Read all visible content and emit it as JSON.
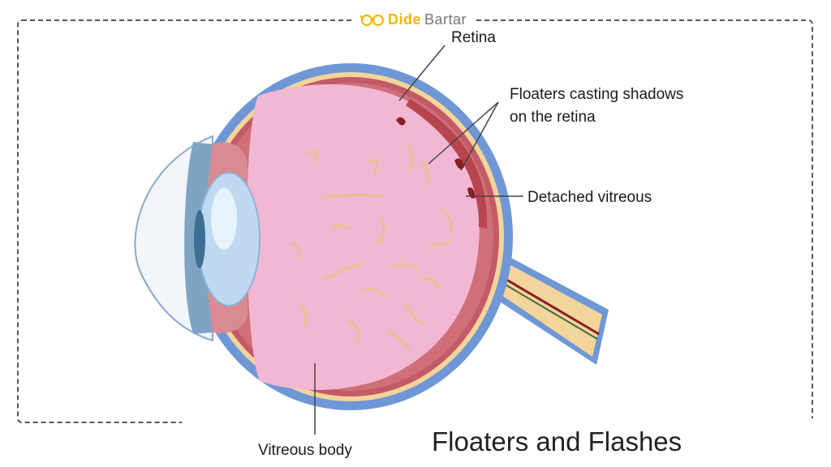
{
  "brand": {
    "name_part_1": "Dide",
    "name_part_2": "Bartar",
    "icon": "glasses-icon",
    "colors": {
      "accent": "#f2b705",
      "secondary": "#777777"
    }
  },
  "diagram": {
    "title": "Floaters and Flashes",
    "labels": {
      "retina": "Retina",
      "floaters_line1": "Floaters casting shadows",
      "floaters_line2": "on the retina",
      "detached_vitreous": "Detached vitreous",
      "vitreous_body": "Vitreous body"
    },
    "colors": {
      "sclera_outer": "#6f97d6",
      "retina_layer": "#f3d49a",
      "choroid": "#c25a68",
      "vitreous": "#f2b7d3",
      "lens": "#bfd9f0",
      "floaters": "#e4c38d"
    }
  }
}
